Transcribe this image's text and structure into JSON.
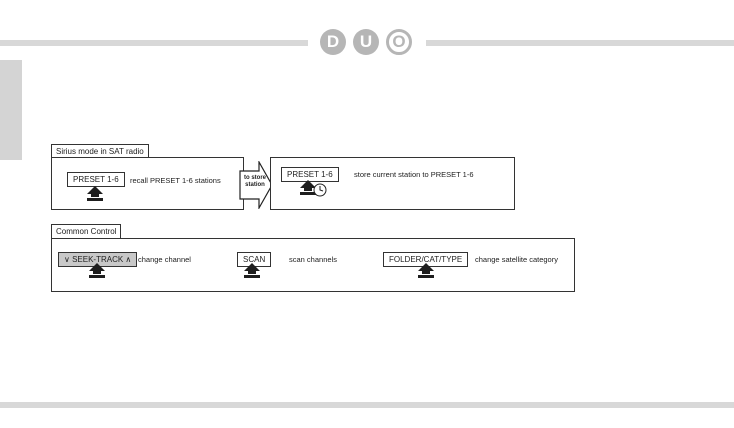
{
  "logo": {
    "letters": [
      "D",
      "U",
      "O"
    ]
  },
  "sirius_section": {
    "title": "Sirius mode in SAT radio",
    "left_key": "PRESET 1-6",
    "left_desc": "recall PRESET 1-6 stations",
    "transition": "to store station",
    "right_key": "PRESET 1-6",
    "right_desc": "store current station to PRESET 1-6"
  },
  "common_section": {
    "title": "Common Control",
    "keys": [
      {
        "label": "∨ SEEK-TRACK ∧",
        "desc": "change channel"
      },
      {
        "label": "SCAN",
        "desc": "scan channels"
      },
      {
        "label": "FOLDER/CAT/TYPE",
        "desc": "change satellite category"
      }
    ]
  },
  "colors": {
    "bars": "#d8d8d8",
    "logo": "#b6b6b6",
    "shaded_key": "#c8c8c8"
  },
  "icons": [
    "press-button-icon",
    "press-and-hold-icon",
    "arrow-right-icon"
  ]
}
